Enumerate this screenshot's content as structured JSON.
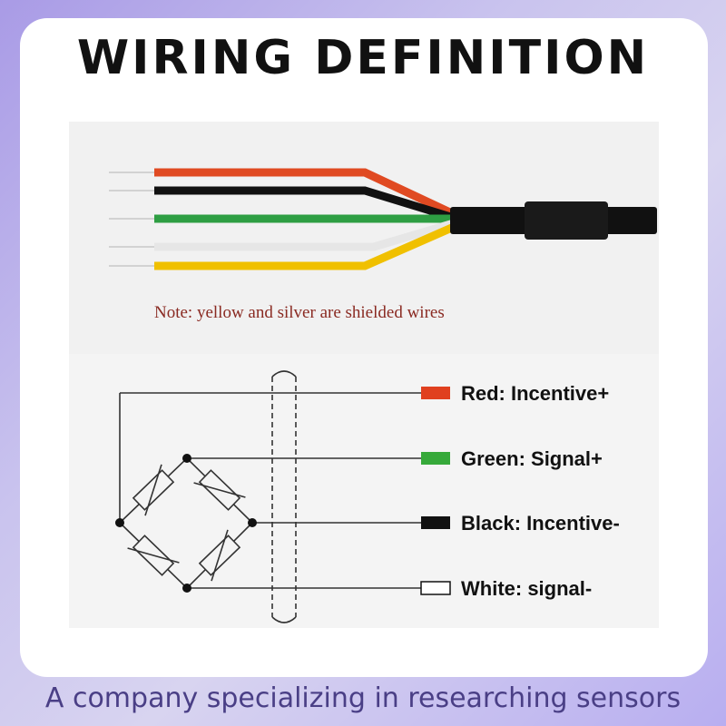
{
  "title": "WIRING DEFINITION",
  "note": "Note: yellow and silver are shielded wires",
  "wires": [
    {
      "label": "Red: Incentive+",
      "color": "#e0401f"
    },
    {
      "label": "Green: Signal+",
      "color": "#36a93a"
    },
    {
      "label": "Black: Incentive-",
      "color": "#111111"
    },
    {
      "label": "White: signal-",
      "color": "#ffffff"
    }
  ],
  "cable_colors": {
    "red": "#e04a22",
    "black": "#111111",
    "green": "#2e9e43",
    "silver": "#e6e6e6",
    "yellow": "#f0c000"
  },
  "footer": "A company specializing in researching sensors"
}
